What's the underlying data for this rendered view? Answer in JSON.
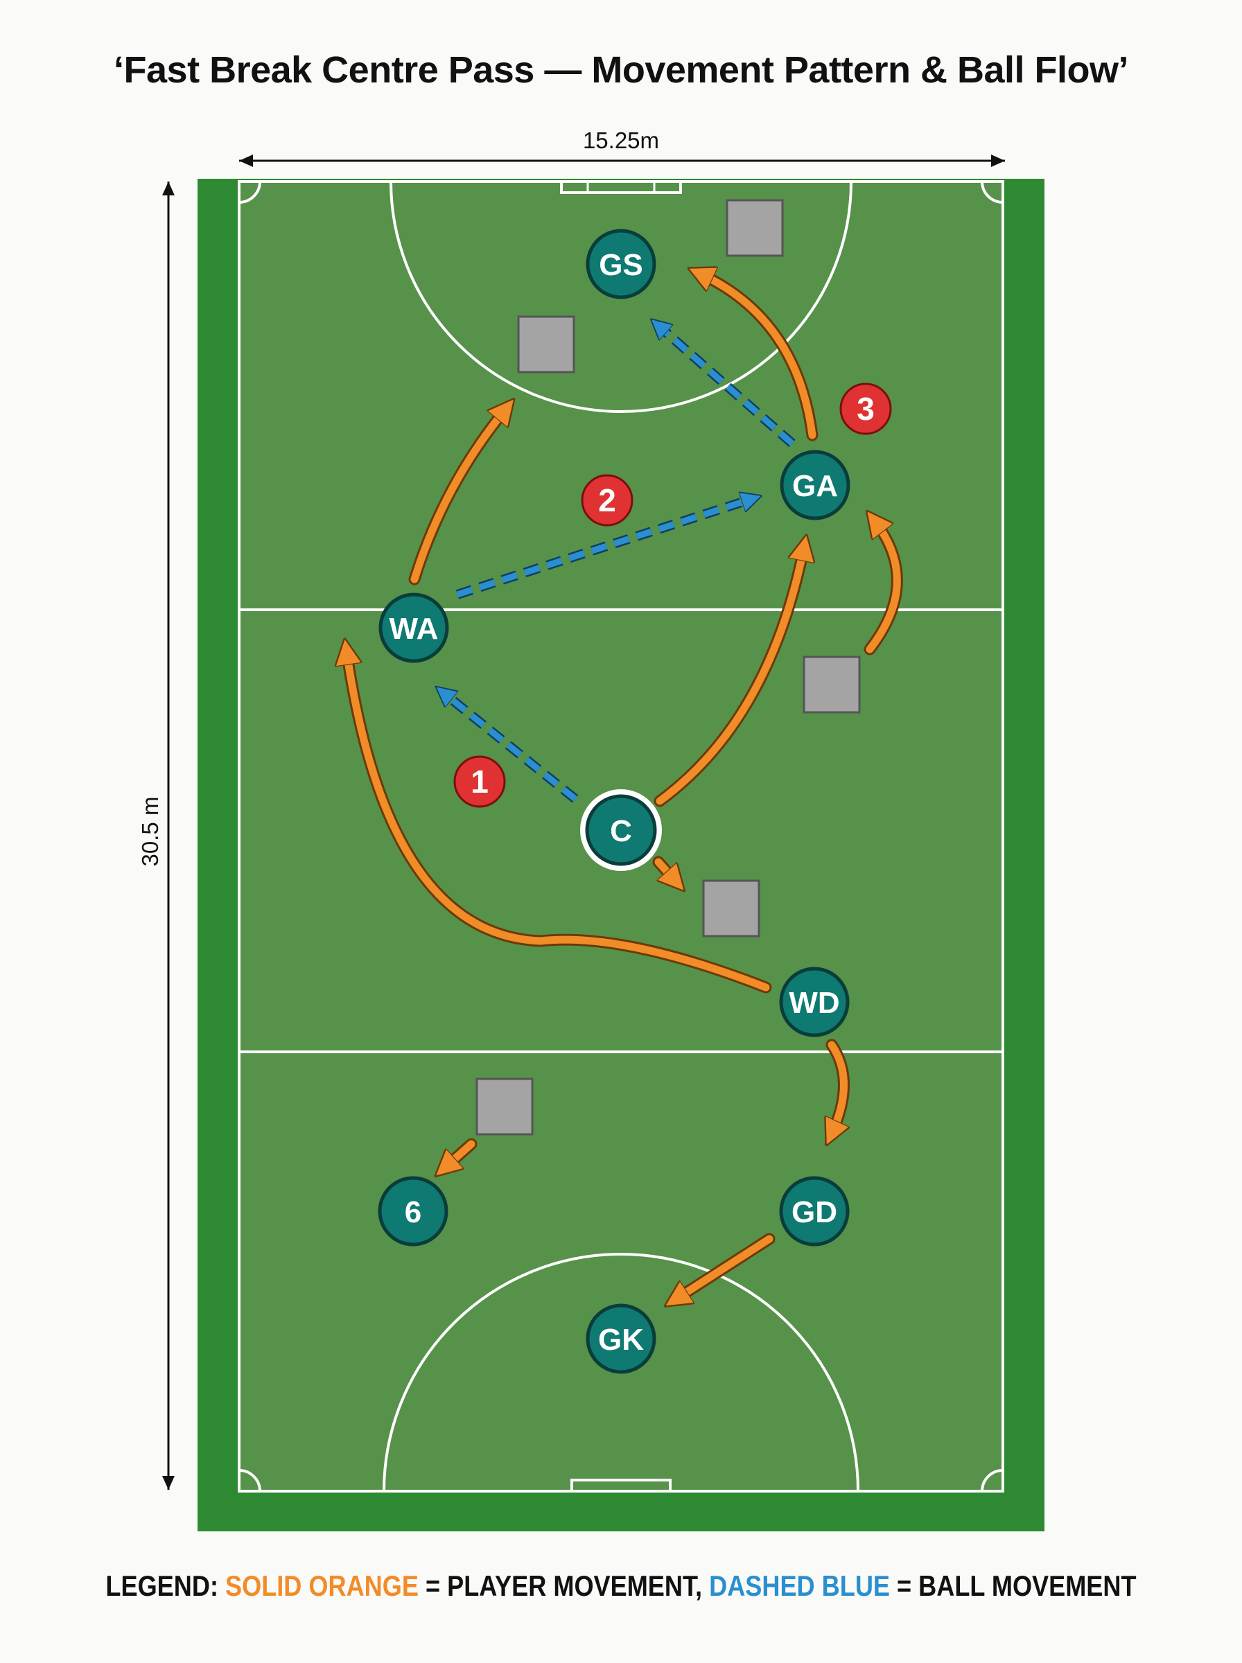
{
  "title": "‘Fast Break Centre Pass — Movement Pattern & Ball Flow’",
  "dimensions": {
    "width_label": "15.25m",
    "length_label": "30.5 m"
  },
  "colors": {
    "court": "#56924a",
    "court_border": "#2d8a32",
    "lines": "#ffffff",
    "player": "#0e7a72",
    "player_ring": "#0a3d3a",
    "defender": "#a4a4a4",
    "step_marker": "#e03232",
    "player_movement": "#f28c28",
    "ball_movement": "#2a8fd0"
  },
  "players": [
    {
      "id": "gs",
      "label": "GS"
    },
    {
      "id": "ga",
      "label": "GA"
    },
    {
      "id": "wa",
      "label": "WA"
    },
    {
      "id": "c",
      "label": "C"
    },
    {
      "id": "wd",
      "label": "WD"
    },
    {
      "id": "gd",
      "label": "GD"
    },
    {
      "id": "six",
      "label": "6"
    },
    {
      "id": "gk",
      "label": "GK"
    }
  ],
  "pass_sequence": [
    {
      "step": "1",
      "from": "C",
      "to": "WA"
    },
    {
      "step": "2",
      "from": "WA",
      "to": "GA"
    },
    {
      "step": "3",
      "from": "GA",
      "to": "GS"
    }
  ],
  "defenders_count_label": "",
  "legend": {
    "prefix": "LEGEND: ",
    "orange_text": "SOLID ORANGE",
    "orange_meaning": " = PLAYER MOVEMENT, ",
    "blue_text": "DASHED BLUE",
    "blue_meaning": " = BALL MOVEMENT"
  }
}
